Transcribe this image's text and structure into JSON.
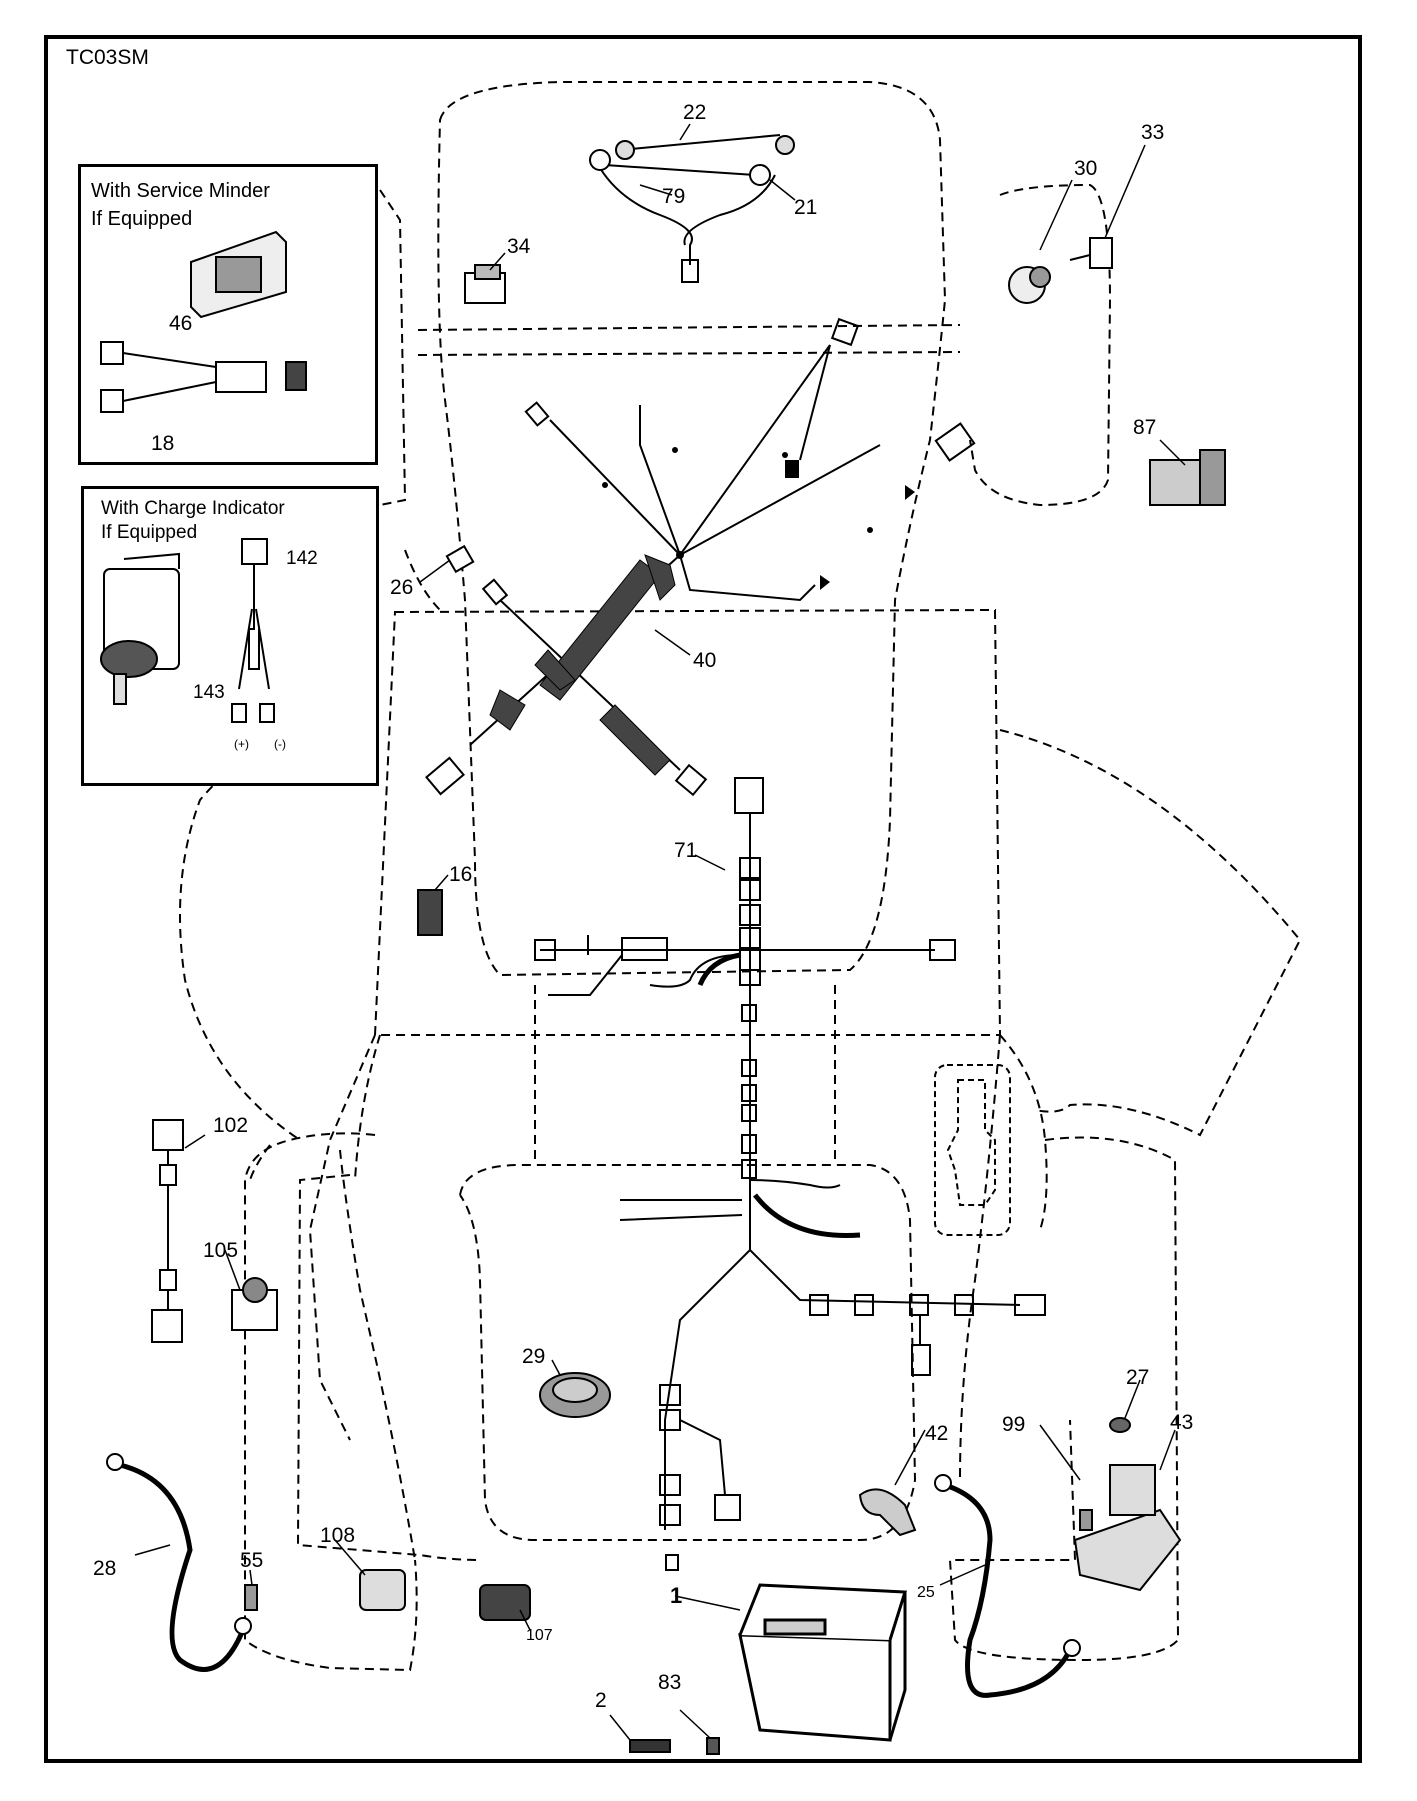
{
  "diagram_code": "TC03SM",
  "insets": {
    "service_minder": {
      "title_line1": "With Service Minder",
      "title_line2": "If Equipped"
    },
    "charge_indicator": {
      "title_line1": "With Charge Indicator",
      "title_line2": "If Equipped",
      "plus": "(+)",
      "minus": "(-)"
    }
  },
  "callouts": {
    "c1": "1",
    "c2": "2",
    "c16": "16",
    "c18": "18",
    "c21": "21",
    "c22": "22",
    "c25": "25",
    "c26": "26",
    "c27": "27",
    "c28": "28",
    "c29": "29",
    "c30": "30",
    "c33": "33",
    "c34": "34",
    "c40": "40",
    "c42": "42",
    "c43": "43",
    "c46": "46",
    "c55": "55",
    "c71": "71",
    "c79": "79",
    "c83": "83",
    "c87": "87",
    "c99": "99",
    "c102": "102",
    "c105": "105",
    "c107": "107",
    "c108": "108",
    "c142": "142",
    "c143": "143"
  }
}
